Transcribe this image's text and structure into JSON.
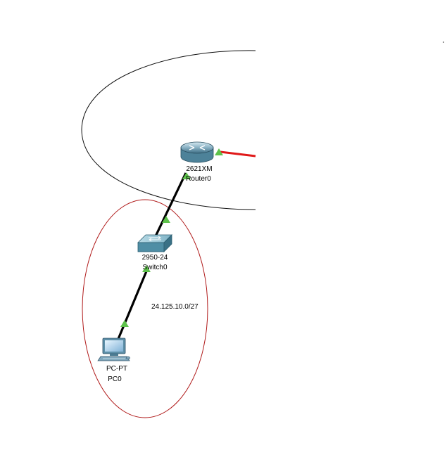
{
  "topology": {
    "router": {
      "model": "2621XM",
      "name": "Router0",
      "icon": "router-icon"
    },
    "switch": {
      "model": "2950-24",
      "name": "Switch0",
      "icon": "switch-icon"
    },
    "pc": {
      "model": "PC-PT",
      "name": "PC0",
      "icon": "pc-icon"
    },
    "lan_network": "24.125.10.0/27",
    "colors": {
      "cable": "#000000",
      "serial_link": "#e01818",
      "link_up": "#5ec24b",
      "lan_boundary": "#b01a1a",
      "wan_boundary": "#111111"
    }
  }
}
